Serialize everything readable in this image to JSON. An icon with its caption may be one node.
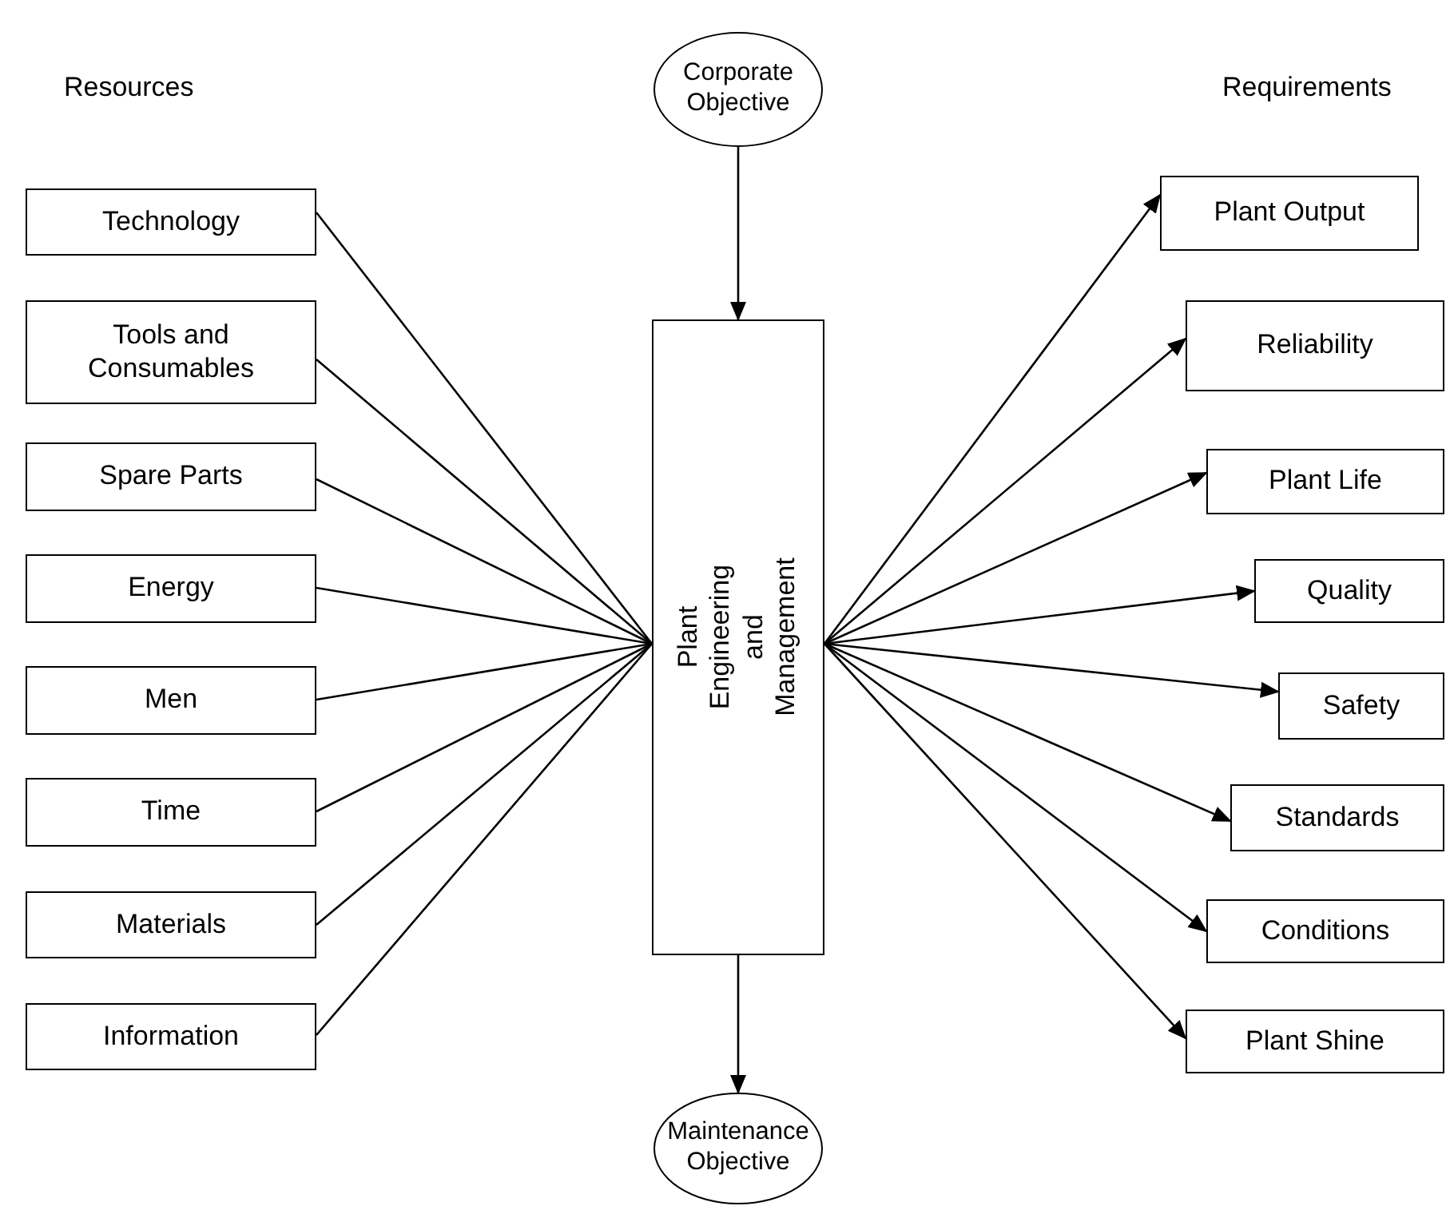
{
  "diagram": {
    "nodes": [
      {
        "text": [
          "Corporate Objective"
        ]
      },
      {
        "text": [
          "Plant Engineering and Management"
        ]
      },
      {
        "text": [
          "Maintenance Objective"
        ]
      },
      {
        "text": [
          "Technology"
        ]
      },
      {
        "text": [
          "Tools and Consumables"
        ]
      },
      {
        "text": [
          "Spare Parts"
        ]
      },
      {
        "text": [
          "Energy"
        ]
      },
      {
        "text": [
          "Men"
        ]
      },
      {
        "text": [
          "Time"
        ]
      },
      {
        "text": [
          "Materials"
        ]
      },
      {
        "text": [
          "Information"
        ]
      },
      {
        "text": [
          "Plant Output"
        ]
      },
      {
        "text": [
          "Reliability"
        ]
      },
      {
        "text": [
          "Plant Life"
        ]
      },
      {
        "text": [
          "Quality"
        ]
      },
      {
        "text": [
          "Safety"
        ]
      },
      {
        "text": [
          "Standards"
        ]
      },
      {
        "text": [
          "Conditions"
        ]
      },
      {
        "text": [
          "Plant Shine"
        ]
      }
    ],
    "edges": [
      {
        "from": 0,
        "to": 1,
        "arrow": "to"
      },
      {
        "from": 1,
        "to": 2,
        "arrow": "to"
      },
      {
        "from": 3,
        "to": 1,
        "arrow": "none"
      },
      {
        "from": 4,
        "to": 1,
        "arrow": "none"
      },
      {
        "from": 5,
        "to": 1,
        "arrow": "none"
      },
      {
        "from": 6,
        "to": 1,
        "arrow": "none"
      },
      {
        "from": 7,
        "to": 1,
        "arrow": "none"
      },
      {
        "from": 8,
        "to": 1,
        "arrow": "none"
      },
      {
        "from": 9,
        "to": 1,
        "arrow": "none"
      },
      {
        "from": 10,
        "to": 1,
        "arrow": "none"
      },
      {
        "from": 1,
        "to": 11,
        "arrow": "to"
      },
      {
        "from": 1,
        "to": 12,
        "arrow": "to"
      },
      {
        "from": 1,
        "to": 13,
        "arrow": "to"
      },
      {
        "from": 1,
        "to": 14,
        "arrow": "to"
      },
      {
        "from": 1,
        "to": 15,
        "arrow": "to"
      },
      {
        "from": 1,
        "to": 16,
        "arrow": "to"
      },
      {
        "from": 1,
        "to": 17,
        "arrow": "to"
      },
      {
        "from": 1,
        "to": 18,
        "arrow": "to"
      }
    ],
    "labels": [
      "Resources",
      "Requirements"
    ]
  }
}
